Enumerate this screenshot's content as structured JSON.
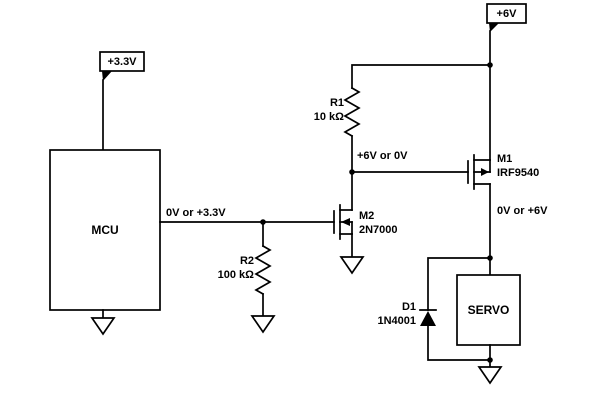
{
  "schematic": {
    "power_flags": {
      "flag_3v3": "+3.3V",
      "flag_6v": "+6V"
    },
    "blocks": {
      "mcu_label": "MCU",
      "servo_label": "SERVO"
    },
    "components": {
      "r1_ref": "R1",
      "r1_value": "10 kΩ",
      "r2_ref": "R2",
      "r2_value": "100 kΩ",
      "m1_ref": "M1",
      "m1_value": "IRF9540",
      "m2_ref": "M2",
      "m2_value": "2N7000",
      "d1_ref": "D1",
      "d1_value": "1N4001"
    },
    "net_labels": {
      "mcu_output": "0V or +3.3V",
      "m1_gate": "+6V or 0V",
      "m1_drain": "0V or +6V"
    },
    "colors": {
      "wire": "#000000",
      "background": "#ffffff"
    }
  }
}
